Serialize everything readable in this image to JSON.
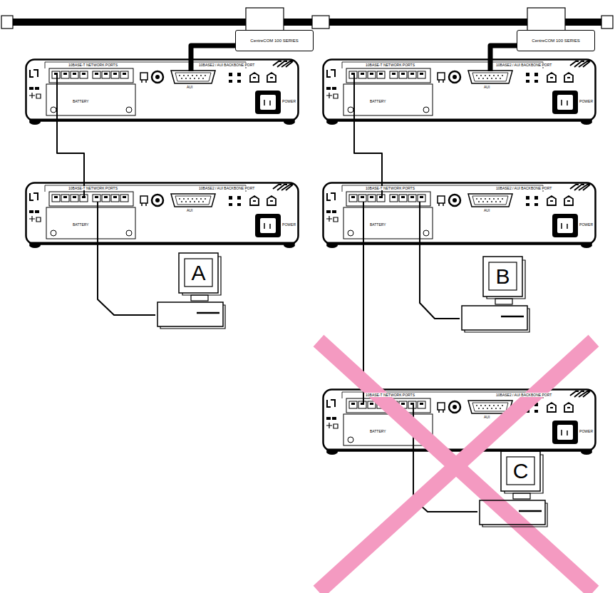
{
  "diagram": {
    "nodes": [
      {
        "text": [
          "CentreCOM 100 SERIES"
        ]
      },
      {
        "text": [
          "CentreCOM 100 SERIES"
        ]
      },
      {
        "text": [
          "10BASE-T NETWORK PORTS",
          "10BASE2 / AUI BACKBONE PORT",
          "AUI",
          "POWER",
          "BATTERY"
        ]
      },
      {
        "text": [
          "10BASE-T NETWORK PORTS",
          "10BASE2 / AUI BACKBONE PORT",
          "AUI",
          "POWER",
          "BATTERY"
        ]
      },
      {
        "text": [
          "10BASE-T NETWORK PORTS",
          "10BASE2 / AUI BACKBONE PORT",
          "AUI",
          "POWER",
          "BATTERY"
        ]
      },
      {
        "text": [
          "10BASE-T NETWORK PORTS",
          "10BASE2 / AUI BACKBONE PORT",
          "AUI",
          "POWER",
          "BATTERY"
        ]
      },
      {
        "text": [
          "A"
        ]
      },
      {
        "text": [
          "B"
        ]
      },
      {
        "text": [
          "10BASE-T NETWORK PORTS",
          "10BASE2 / AUI BACKBONE PORT",
          "AUI",
          "POWER",
          "BATTERY"
        ]
      },
      {
        "text": [
          "C"
        ]
      }
    ],
    "edges": [
      {
        "from": 0,
        "to": 2,
        "arrow": "none"
      },
      {
        "from": 1,
        "to": 3,
        "arrow": "none"
      },
      {
        "from": 2,
        "to": 4,
        "arrow": "none"
      },
      {
        "from": 4,
        "to": 6,
        "arrow": "none"
      },
      {
        "from": 3,
        "to": 5,
        "arrow": "none"
      },
      {
        "from": 5,
        "to": 7,
        "arrow": "none"
      },
      {
        "from": 5,
        "to": 8,
        "arrow": "none"
      },
      {
        "from": 8,
        "to": 9,
        "arrow": "none"
      }
    ]
  }
}
